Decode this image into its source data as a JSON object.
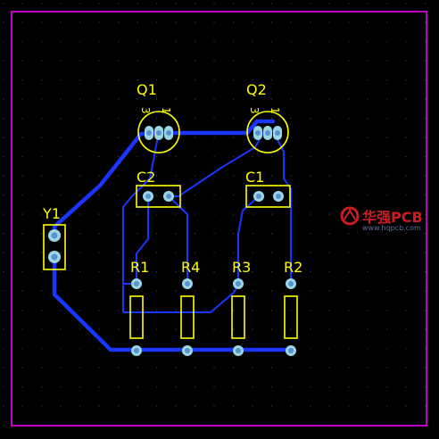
{
  "colors": {
    "background": "#000000",
    "board_outline": "#ff00ff",
    "silkscreen": "#ffff00",
    "trace": "#1a35ff",
    "pad_ring": "#9ad7e6",
    "pad_hole": "#5a8fd0",
    "grid_dot": "#3c3c3c"
  },
  "designators": {
    "q1": "Q1",
    "q2": "Q2",
    "c1": "C1",
    "c2": "C2",
    "y1": "Y1",
    "r1": "R1",
    "r2": "R2",
    "r3": "R3",
    "r4": "R4"
  },
  "pin_marks": {
    "q1_pin3": "3",
    "q1_pin1": "1",
    "q2_pin3": "3",
    "q2_pin1": "1"
  },
  "watermark": {
    "brand": "华强PCB",
    "url": "www.hqpcb.com",
    "icon": "hqpcb-logo-icon"
  }
}
